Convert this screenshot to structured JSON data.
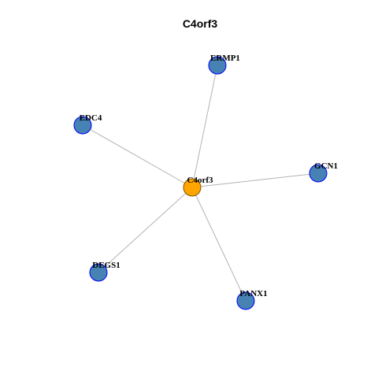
{
  "title": "C4orf3",
  "colors": {
    "hub_fill": "#ffa500",
    "hub_stroke": "#7f5200",
    "neighbor_fill": "#4682b4",
    "neighbor_stroke": "#0000ff",
    "edge": "#b3b3b3"
  },
  "nodes": [
    {
      "id": "C4orf3",
      "label": "C4orf3",
      "role": "hub"
    },
    {
      "id": "ERMP1",
      "label": "ERMP1",
      "role": "neighbor"
    },
    {
      "id": "EDC4",
      "label": "EDC4",
      "role": "neighbor"
    },
    {
      "id": "GCN1",
      "label": "GCN1",
      "role": "neighbor"
    },
    {
      "id": "DEGS1",
      "label": "DEGS1",
      "role": "neighbor"
    },
    {
      "id": "PANX1",
      "label": "PANX1",
      "role": "neighbor"
    }
  ],
  "edges": [
    {
      "source": "C4orf3",
      "target": "ERMP1"
    },
    {
      "source": "C4orf3",
      "target": "EDC4"
    },
    {
      "source": "C4orf3",
      "target": "GCN1"
    },
    {
      "source": "C4orf3",
      "target": "DEGS1"
    },
    {
      "source": "C4orf3",
      "target": "PANX1"
    }
  ]
}
